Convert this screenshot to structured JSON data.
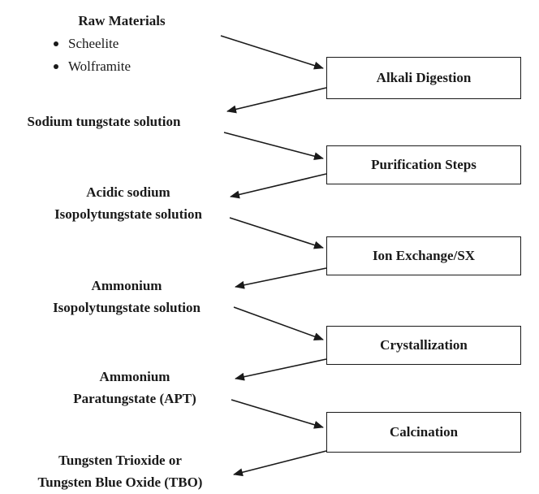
{
  "raw_materials": {
    "title": "Raw Materials",
    "items": [
      "Scheelite",
      "Wolframite"
    ]
  },
  "steps": [
    {
      "label": "Alkali Digestion"
    },
    {
      "label": "Purification Steps"
    },
    {
      "label": "Ion Exchange/SX"
    },
    {
      "label": "Crystallization"
    },
    {
      "label": "Calcination"
    }
  ],
  "intermediates": [
    {
      "lines": [
        "Sodium tungstate solution"
      ]
    },
    {
      "lines": [
        "Acidic sodium",
        "Isopolytungstate solution"
      ]
    },
    {
      "lines": [
        "Ammonium",
        "Isopolytungstate solution"
      ]
    },
    {
      "lines": [
        "Ammonium",
        "Paratungstate (APT)"
      ]
    },
    {
      "lines": [
        "Tungsten Trioxide or",
        "Tungsten Blue Oxide (TBO)"
      ]
    }
  ]
}
